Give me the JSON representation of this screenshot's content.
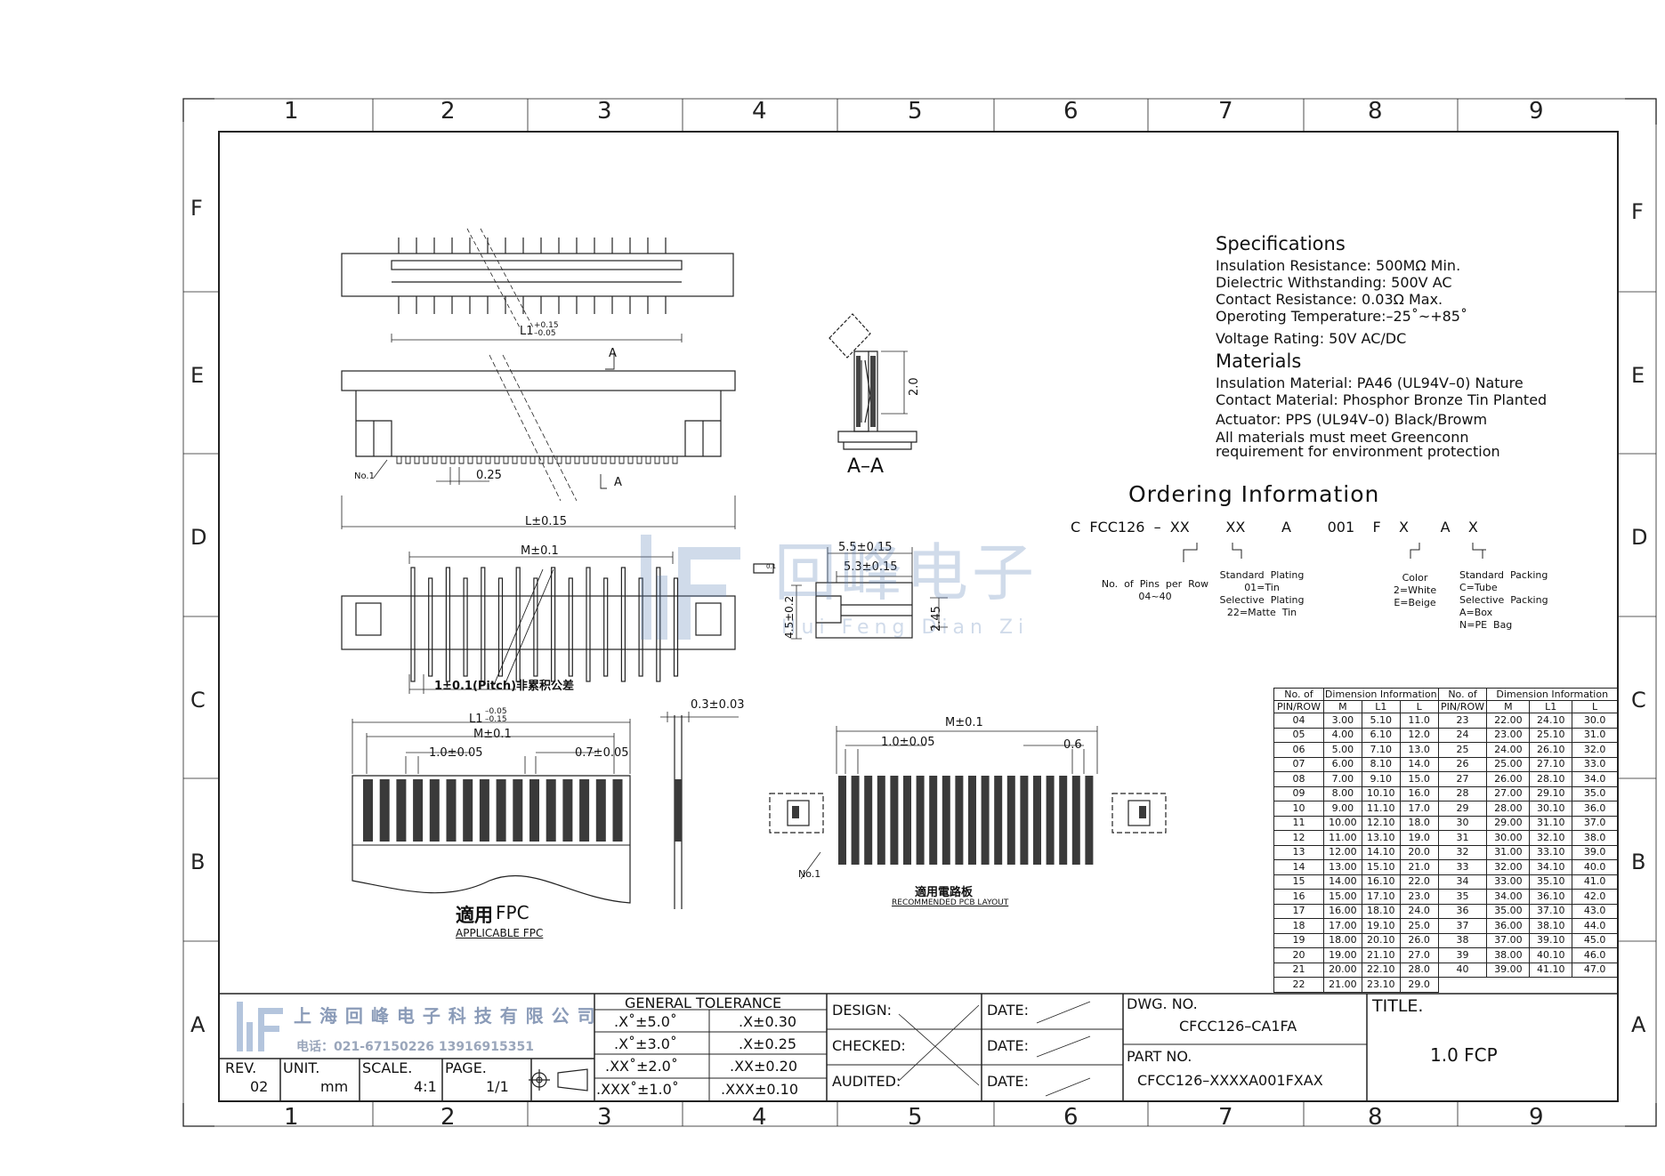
{
  "zones": {
    "columns": [
      "1",
      "2",
      "3",
      "4",
      "5",
      "6",
      "7",
      "8",
      "9"
    ],
    "rows": [
      "F",
      "E",
      "D",
      "C",
      "B",
      "A"
    ]
  },
  "specifications": {
    "heading": "Specifications",
    "lines": [
      "Insulation  Resistance:  500MΩ  Min.",
      "Dielectric  Withstanding:    500V  AC",
      "Contact  Resistance:    0.03Ω  Max.",
      "Operoting  Temperature:–25˚~+85˚",
      "Voltage  Rating:  50V  AC/DC"
    ]
  },
  "materials": {
    "heading": "Materials",
    "lines": [
      "Insulation  Material:  PA46  (UL94V–0)    Nature",
      "Contact  Material:  Phosphor  Bronze    Tin  Planted",
      "Actuator:  PPS  (UL94V–0)    Black/Browm",
      "All  materials  must  meet  Greenconn",
      "requirement  for  environment  protection"
    ]
  },
  "ordering": {
    "heading": "Ordering  Information",
    "code": "C  FCC126  –  XX        XX        A        001    F    X       A    X",
    "labels": {
      "pins": "No.  of  Pins  per  Row\n04~40",
      "plating": "Standard  Plating\n01=Tin\nSelective  Plating\n22=Matte  Tin",
      "color": "Color\n2=White\nE=Beige",
      "packing": "Standard  Packing\nC=Tube\nSelective  Packing\nA=Box\nN=PE  Bag"
    }
  },
  "dimension_table": {
    "header_groups": [
      "No.  of",
      "Dimension  Information",
      "No.  of",
      "Dimension  Information"
    ],
    "header_cols": [
      "PIN/ROW",
      "M",
      "L1",
      "L",
      "PIN/ROW",
      "M",
      "L1",
      "L"
    ],
    "rows": [
      [
        "04",
        "3.00",
        "5.10",
        "11.0",
        "23",
        "22.00",
        "24.10",
        "30.0"
      ],
      [
        "05",
        "4.00",
        "6.10",
        "12.0",
        "24",
        "23.00",
        "25.10",
        "31.0"
      ],
      [
        "06",
        "5.00",
        "7.10",
        "13.0",
        "25",
        "24.00",
        "26.10",
        "32.0"
      ],
      [
        "07",
        "6.00",
        "8.10",
        "14.0",
        "26",
        "25.00",
        "27.10",
        "33.0"
      ],
      [
        "08",
        "7.00",
        "9.10",
        "15.0",
        "27",
        "26.00",
        "28.10",
        "34.0"
      ],
      [
        "09",
        "8.00",
        "10.10",
        "16.0",
        "28",
        "27.00",
        "29.10",
        "35.0"
      ],
      [
        "10",
        "9.00",
        "11.10",
        "17.0",
        "29",
        "28.00",
        "30.10",
        "36.0"
      ],
      [
        "11",
        "10.00",
        "12.10",
        "18.0",
        "30",
        "29.00",
        "31.10",
        "37.0"
      ],
      [
        "12",
        "11.00",
        "13.10",
        "19.0",
        "31",
        "30.00",
        "32.10",
        "38.0"
      ],
      [
        "13",
        "12.00",
        "14.10",
        "20.0",
        "32",
        "31.00",
        "33.10",
        "39.0"
      ],
      [
        "14",
        "13.00",
        "15.10",
        "21.0",
        "33",
        "32.00",
        "34.10",
        "40.0"
      ],
      [
        "15",
        "14.00",
        "16.10",
        "22.0",
        "34",
        "33.00",
        "35.10",
        "41.0"
      ],
      [
        "16",
        "15.00",
        "17.10",
        "23.0",
        "35",
        "34.00",
        "36.10",
        "42.0"
      ],
      [
        "17",
        "16.00",
        "18.10",
        "24.0",
        "36",
        "35.00",
        "37.10",
        "43.0"
      ],
      [
        "18",
        "17.00",
        "19.10",
        "25.0",
        "37",
        "36.00",
        "38.10",
        "44.0"
      ],
      [
        "19",
        "18.00",
        "20.10",
        "26.0",
        "38",
        "37.00",
        "39.10",
        "45.0"
      ],
      [
        "20",
        "19.00",
        "21.10",
        "27.0",
        "39",
        "38.00",
        "40.10",
        "46.0"
      ],
      [
        "21",
        "20.00",
        "22.10",
        "28.0",
        "40",
        "39.00",
        "41.10",
        "47.0"
      ],
      [
        "22",
        "21.00",
        "23.10",
        "29.0",
        "",
        "",
        "",
        ""
      ]
    ]
  },
  "drawing_labels": {
    "l1_top": "L1",
    "l1_top_tol": "+0.15\n–0.05",
    "section_mark_a1": "A",
    "section_mark_a2": "A",
    "no1_a": "No.1",
    "pitch_025": "0.25",
    "l_015": "L±0.15",
    "section_title": "A–A",
    "dim_20": "2.0",
    "m_01_a": "M±0.1",
    "pitch_note": "1±0.1(Pitch)非累积公差",
    "dim_55": "5.5±0.15",
    "dim_53": "5.3±0.15",
    "dim_45": "4.5±0.2",
    "dim_245": "2.45",
    "flat_01": "0.1",
    "l1_fpc": "L1",
    "l1_fpc_tol": "–0.05\n–0.15",
    "m_01_b": "M±0.1",
    "fpc_10": "1.0±0.05",
    "fpc_07": "0.7±0.05",
    "fpc_thick": "0.3±0.03",
    "fpc_title_cn": "適用",
    "fpc_title_en": "FPC",
    "fpc_sub": "APPLICABLE  FPC",
    "m_01_c": "M±0.1",
    "pcb_10": "1.0±0.05",
    "pcb_06": "0.6",
    "no1_b": "No.1",
    "pcb_title_cn": "適用電路板",
    "pcb_sub": "RECOMMENDED  PCB  LAYOUT"
  },
  "watermark": {
    "cn": "回峰电子",
    "pinyin": "Hui Feng Dian Zi"
  },
  "title_block": {
    "company_cn": "上 海 回 峰 电 子 科 技 有 限 公 司",
    "phone": "电话：021-67150226  13916915351",
    "rev_label": "REV.",
    "rev_value": "02",
    "unit_label": "UNIT.",
    "unit_value": "mm",
    "scale_label": "SCALE.",
    "scale_value": "4:1",
    "page_label": "PAGE.",
    "page_value": "1/1",
    "general_tolerance": "GENERAL  TOLERANCE",
    "tolerances": [
      [
        ".X˚±5.0˚",
        ".X±0.30"
      ],
      [
        ".X˚±3.0˚",
        ".X±0.25"
      ],
      [
        ".XX˚±2.0˚",
        ".XX±0.20"
      ],
      [
        ".XXX˚±1.0˚",
        ".XXX±0.10"
      ]
    ],
    "design_label": "DESIGN:",
    "checked_label": "CHECKED:",
    "audited_label": "AUDITED:",
    "date_label_1": "DATE:",
    "date_label_2": "DATE:",
    "date_label_3": "DATE:",
    "dwg_no_label": "DWG.  NO.",
    "dwg_no_value": "CFCC126–CA1FA",
    "part_no_label": "PART  NO.",
    "part_no_value": "CFCC126–XXXXA001FXAX",
    "title_label": "TITLE.",
    "title_value": "1.0  FCP"
  },
  "colors": {
    "line": "#222222",
    "hatch": "#3a3a3a",
    "watermark": "#5b7fb5"
  }
}
